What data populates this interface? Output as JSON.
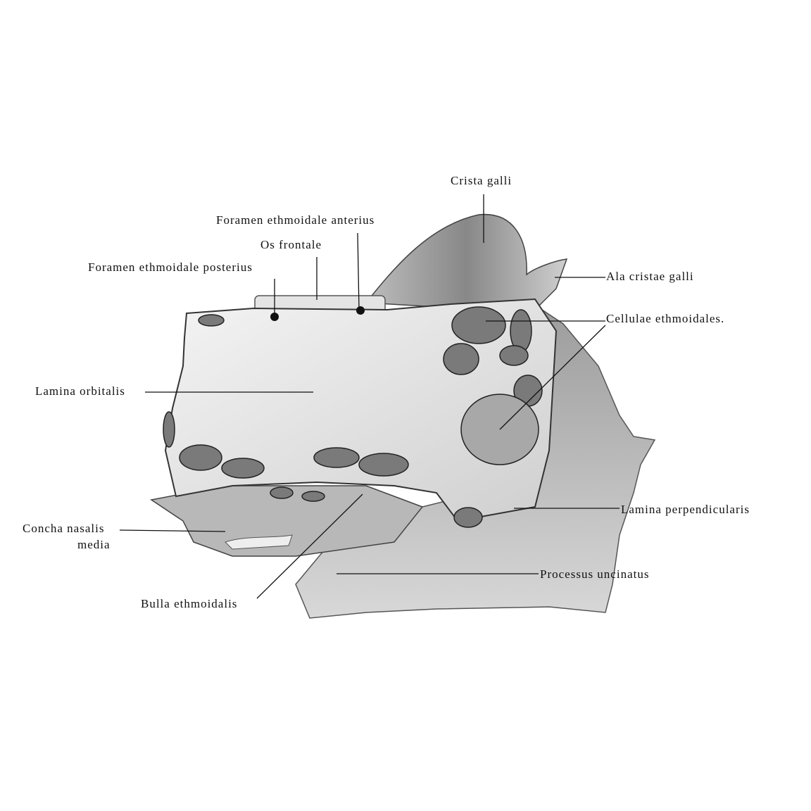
{
  "labels": {
    "crista_galli": "Crista galli",
    "foramen_anterius": "Foramen ethmoidale anterius",
    "os_frontale": "Os frontale",
    "foramen_posterius": "Foramen ethmoidale posterius",
    "ala_cristae_galli": "Ala cristae galli",
    "cellulae_ethmoidales": "Cellulae ethmoidales.",
    "lamina_orbitalis": "Lamina orbitalis",
    "lamina_perpendicularis": "Lamina perpendicularis",
    "concha_line1": "Concha nasalis",
    "concha_line2": "media",
    "processus_uncinatus": "Processus uncinatus",
    "bulla_ethmoidalis": "Bulla ethmoidalis"
  }
}
